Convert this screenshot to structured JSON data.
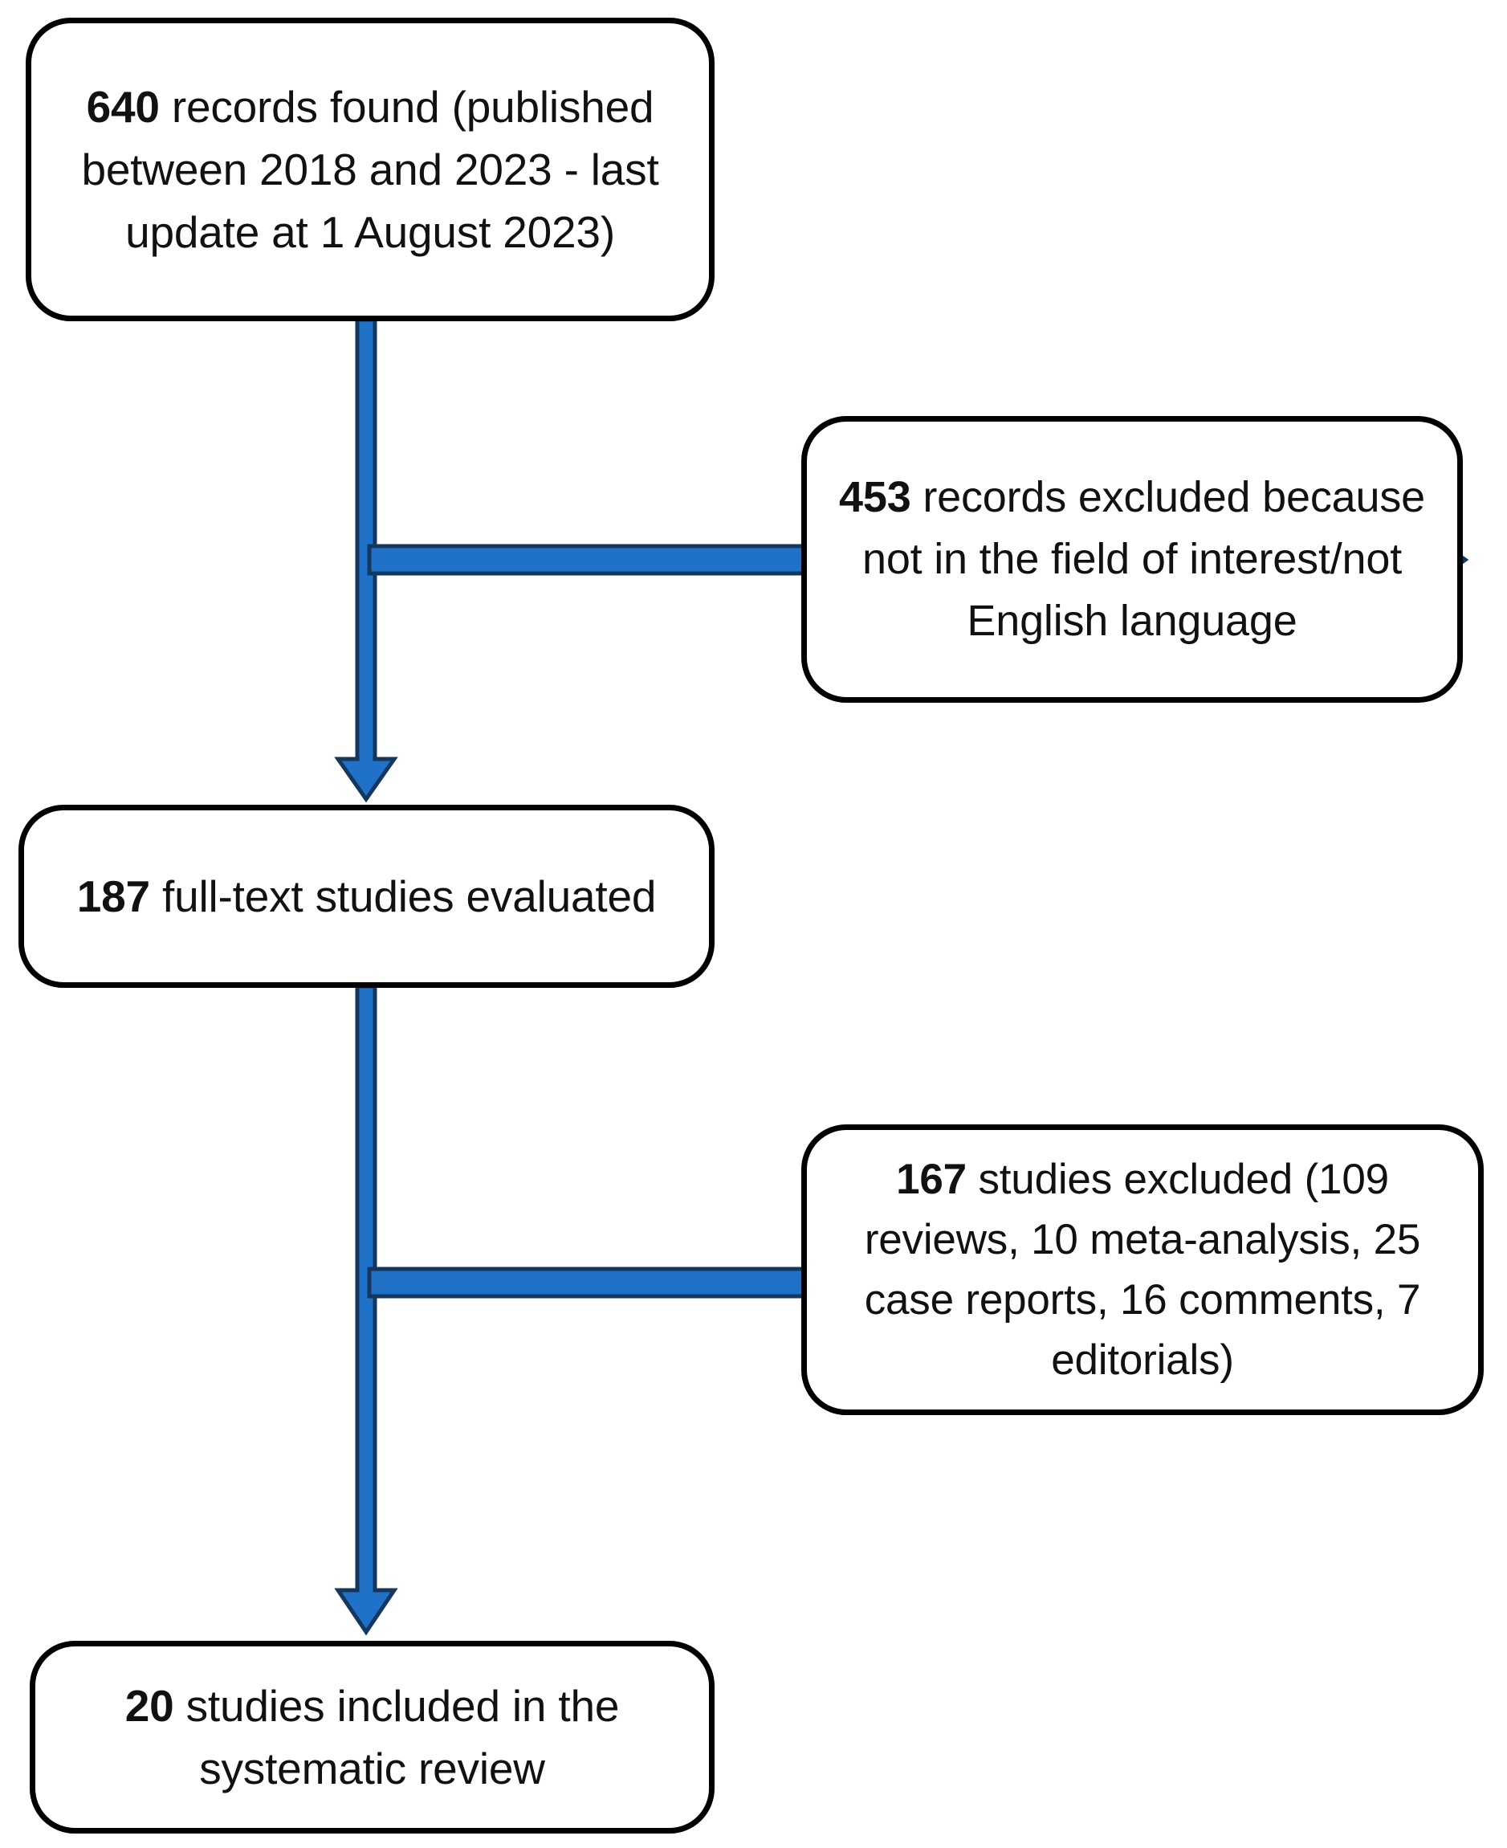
{
  "diagram": {
    "type": "prisma-flow-diagram",
    "title": "PRISMA study selection flow",
    "colors": {
      "box_border": "#000000",
      "box_fill": "#ffffff",
      "text": "#111111",
      "arrow_fill": "#1F72C8",
      "arrow_outline": "#15375E"
    },
    "nodes": [
      {
        "id": "records-found",
        "count": "640",
        "label": "records found (published between 2018 and 2023 - last update at 1 August 2023)",
        "lines": [
          "640 records found",
          "(published between 2018",
          "and 2023 - last update at 1",
          "August 2023)"
        ],
        "full_text": "640 records found (published between 2018 and 2023 - last update at 1 August 2023)"
      },
      {
        "id": "records-excluded",
        "count": "453",
        "label": "records excluded because not in the field of interest/not English language",
        "lines": [
          "453 records excluded",
          "because not in the field of",
          "interest/not English",
          "language"
        ],
        "full_text": "453 records excluded because not in the field of interest/not English language"
      },
      {
        "id": "fulltext-evaluated",
        "count": "187",
        "label": "full-text studies evaluated",
        "lines": [
          "187 full-text studies",
          "evaluated"
        ],
        "full_text": "187 full-text studies evaluated"
      },
      {
        "id": "studies-excluded",
        "count": "167",
        "label": "studies excluded (109 reviews, 10 meta-analysis, 25 case reports, 16 comments, 7 editorials)",
        "lines": [
          "167 studies excluded (109",
          "reviews, 10 meta-analysis,",
          "25 case reports,  16",
          "comments, 7 editorials)"
        ],
        "full_text": "167 studies excluded (109 reviews, 10 meta-analysis, 25 case reports, 16 comments, 7 editorials)",
        "breakdown": [
          {
            "count": "109",
            "category": "reviews"
          },
          {
            "count": "10",
            "category": "meta-analysis"
          },
          {
            "count": "25",
            "category": "case reports"
          },
          {
            "count": "16",
            "category": "comments"
          },
          {
            "count": "7",
            "category": "editorials"
          }
        ]
      },
      {
        "id": "studies-included",
        "count": "20",
        "label": "studies included in the systematic review",
        "lines": [
          "20 studies included in the",
          "systematic review"
        ],
        "full_text": "20 studies included in the systematic review"
      }
    ],
    "connectors": [
      {
        "id": "arrow-found-to-fulltext",
        "from": "records-found",
        "to": "fulltext-evaluated",
        "direction": "down"
      },
      {
        "id": "arrow-found-to-excluded",
        "from": "records-found",
        "to": "records-excluded",
        "direction": "right"
      },
      {
        "id": "arrow-fulltext-to-included",
        "from": "fulltext-evaluated",
        "to": "studies-included",
        "direction": "down"
      },
      {
        "id": "arrow-fulltext-to-excluded",
        "from": "fulltext-evaluated",
        "to": "studies-excluded",
        "direction": "right"
      }
    ]
  }
}
